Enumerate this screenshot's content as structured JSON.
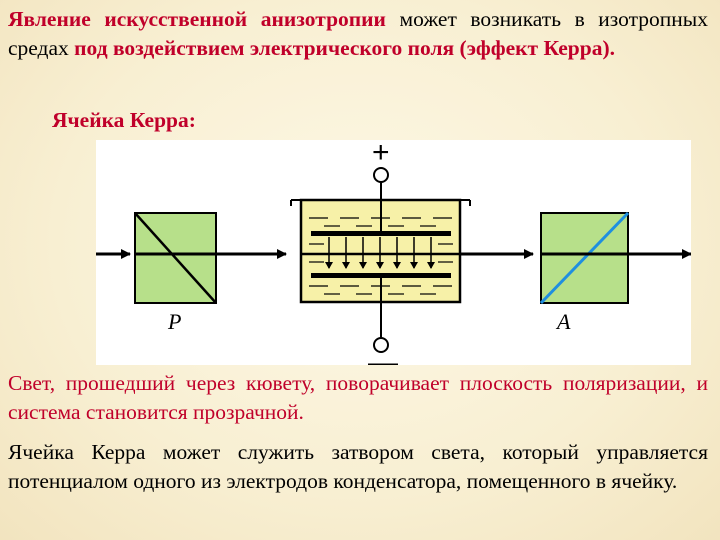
{
  "intro": {
    "part1": "Явление искусственной анизотропии",
    "part2": " может возникать в изотропных средах ",
    "part3": "под воздействием электрического поля (эффект Керра)."
  },
  "cell_heading": "Ячейка Керра:",
  "diagram": {
    "polarizer_label": "P",
    "analyzer_label": "A",
    "plus_sign": "+",
    "minus_sign": "—"
  },
  "paragraph2": "Свет, прошедший через кювету, поворачивает плоскость поляризации, и система становится прозрачной.",
  "paragraph3": "Ячейка Керра может служить затвором света, который управляется потенциалом одного из электродов конденсатора, помещенного в ячейку.",
  "colors": {
    "accent_red": "#c0002a",
    "prism_green": "#b7e08a",
    "cell_yellow": "#f7f1a8",
    "analyzer_line_blue": "#1f8fe0"
  }
}
